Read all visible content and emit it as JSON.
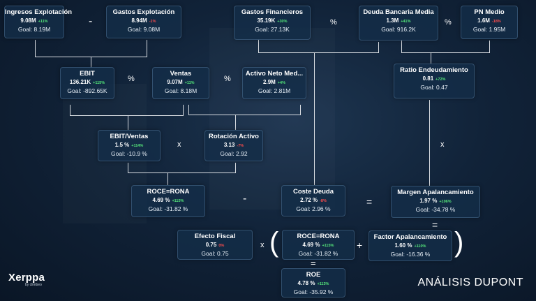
{
  "cards": {
    "ingresos": {
      "title": "Ingresos Explotación",
      "value": "9.08M",
      "delta": "+11%",
      "goal": "Goal: 8.19M"
    },
    "gastos_expl": {
      "title": "Gastos Explotación",
      "value": "8.94M",
      "delta": "-1%",
      "goal": "Goal: 9.08M"
    },
    "gastos_fin": {
      "title": "Gastos Financieros",
      "value": "35.19K",
      "delta": "+30%",
      "goal": "Goal: 27.13K"
    },
    "deuda_media": {
      "title": "Deuda Bancaria Media",
      "value": "1.3M",
      "delta": "+41%",
      "goal": "Goal: 916.2K"
    },
    "pn_medio": {
      "title": "PN Medio",
      "value": "1.6M",
      "delta": "-18%",
      "goal": "Goal: 1.95M"
    },
    "ebit": {
      "title": "EBIT",
      "value": "136.21K",
      "delta": "+115%",
      "goal": "Goal: -892.65K"
    },
    "ventas": {
      "title": "Ventas",
      "value": "9.07M",
      "delta": "+11%",
      "goal": "Goal: 8.18M"
    },
    "activo_neto": {
      "title": "Activo Neto Med...",
      "value": "2.9M",
      "delta": "+4%",
      "goal": "Goal: 2.81M"
    },
    "ratio_end": {
      "title": "Ratio Endeudamiento",
      "value": "0.81",
      "delta": "+72%",
      "goal": "Goal: 0.47"
    },
    "ebit_ventas": {
      "title": "EBIT/Ventas",
      "value": "1.5 %",
      "delta": "+114%",
      "goal": "Goal: -10.9 %"
    },
    "rotacion": {
      "title": "Rotación Activo",
      "value": "3.13",
      "delta": "-7%",
      "goal": "Goal: 2.92"
    },
    "roce_rona": {
      "title": "ROCE=RONA",
      "value": "4.69 %",
      "delta": "+115%",
      "goal": "Goal: -31.82 %"
    },
    "coste_deuda": {
      "title": "Coste Deuda",
      "value": "2.72 %",
      "delta": "-8%",
      "goal": "Goal: 2.96 %"
    },
    "margen_apal": {
      "title": "Margen Apalancamiento",
      "value": "1.97 %",
      "delta": "+106%",
      "goal": "Goal: -34.78 %"
    },
    "efecto_fiscal": {
      "title": "Efecto Fiscal",
      "value": "0.75",
      "delta": "0%",
      "goal": "Goal: 0.75"
    },
    "roce_rona2": {
      "title": "ROCE=RONA",
      "value": "4.69 %",
      "delta": "+115%",
      "goal": "Goal: -31.82 %"
    },
    "factor_apal": {
      "title": "Factor Apalancamiento",
      "value": "1.60 %",
      "delta": "+110%",
      "goal": "Goal: -16.36 %"
    },
    "roe": {
      "title": "ROE",
      "value": "4.78 %",
      "delta": "+113%",
      "goal": "Goal: -35.92 %"
    }
  },
  "operators": {
    "minus": "-",
    "percent": "%",
    "times": "x",
    "equals": "=",
    "plus": "+",
    "open_paren": "(",
    "close_paren": ")"
  },
  "brand": {
    "name": "Xerppa",
    "tagline": "by climbeo"
  },
  "page_title": "ANÁLISIS DUPONT"
}
